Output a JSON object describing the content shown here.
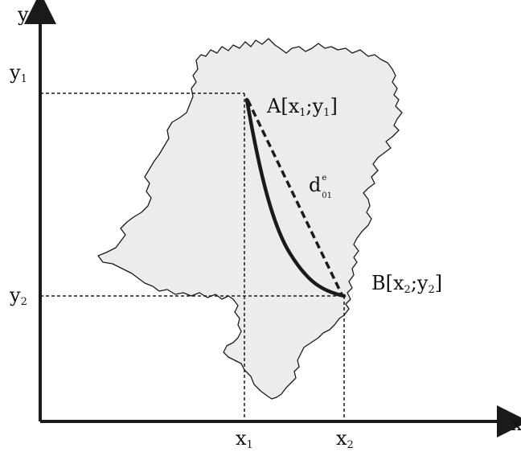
{
  "axes": {
    "y_label": "y",
    "x_label": "x",
    "y1_label": "y",
    "y1_sub": "1",
    "y2_label": "y",
    "y2_sub": "2",
    "x1_label": "x",
    "x1_sub": "1",
    "x2_label": "x",
    "x2_sub": "2"
  },
  "points": {
    "a": {
      "open": "A[x",
      "sub1": "1",
      "mid": ";y",
      "sub2": "1",
      "close": "]"
    },
    "b": {
      "open": "B[x",
      "sub1": "2",
      "mid": ";y",
      "sub2": "2",
      "close": "]"
    }
  },
  "distance": {
    "base": "d",
    "superscript": "e",
    "subscript": "01"
  },
  "colors": {
    "region_fill": "#ececec",
    "stroke": "#1a1a1a"
  }
}
